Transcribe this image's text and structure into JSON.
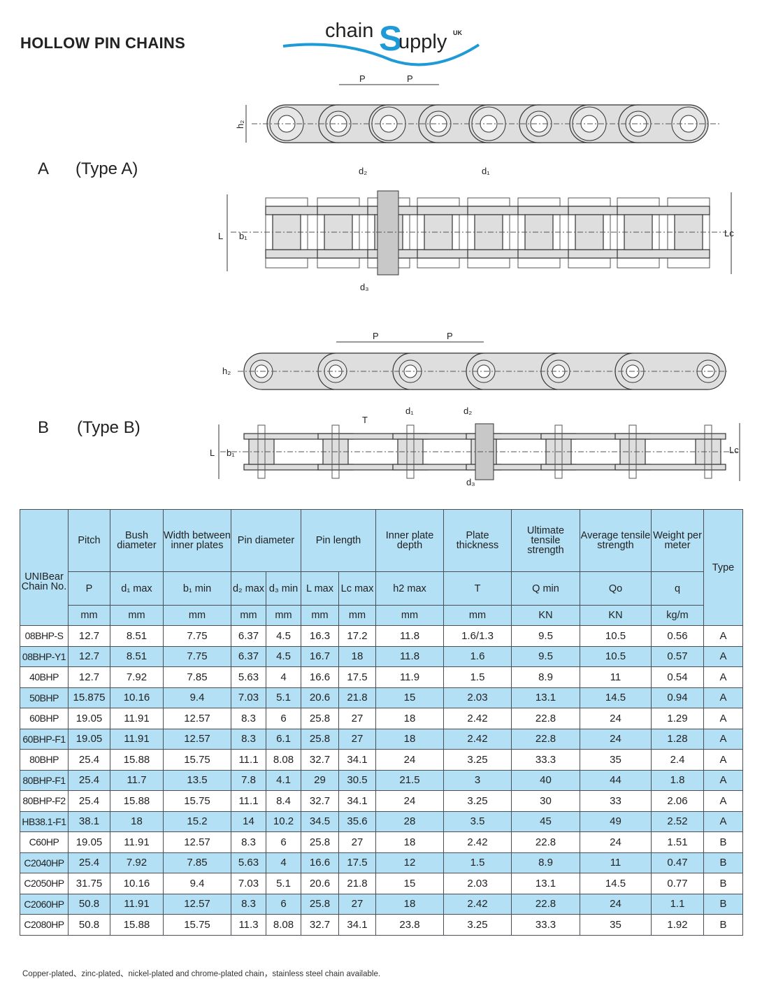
{
  "header": {
    "title": "HOLLOW PIN CHAINS",
    "logo_text": "chainSupply UK"
  },
  "logo": {
    "chain": "chain",
    "s": "S",
    "upply": "upply",
    "uk": "UK"
  },
  "type_a": {
    "letter": "A",
    "label": "(Type A)"
  },
  "type_b": {
    "letter": "B",
    "label": "(Type B)"
  },
  "dim_labels": {
    "P": "P",
    "h2": "h₂",
    "d1": "d₁",
    "d2": "d₂",
    "d3": "d₃",
    "L": "L",
    "b1": "b₁",
    "Lc": "Lc",
    "T": "T"
  },
  "colors": {
    "header_bg": "#b3e0f5",
    "stripe": "#b3e0f5",
    "logo_blue": "#1e9ad6"
  },
  "table": {
    "group_headers": {
      "no": "UNIBear Chain No.",
      "pitch": "Pitch",
      "bush": "Bush diameter",
      "width": "Width between inner plates",
      "pin_d": "Pin diameter",
      "pin_l": "Pin length",
      "depth": "Inner plate depth",
      "thick": "Plate thickness",
      "uts": "Ultimate tensile strength",
      "ats": "Average tensile strength",
      "weight": "Weight per meter",
      "type": "Type"
    },
    "symbols": [
      "P",
      "d₁ max",
      "b₁ min",
      "d₂ max",
      "d₃ min",
      "L max",
      "Lc max",
      "h2 max",
      "T",
      "Q min",
      "Qo",
      "q"
    ],
    "units": [
      "mm",
      "mm",
      "mm",
      "mm",
      "mm",
      "mm",
      "mm",
      "mm",
      "mm",
      "KN",
      "KN",
      "kg/m"
    ],
    "rows": [
      [
        "08BHP-S",
        "12.7",
        "8.51",
        "7.75",
        "6.37",
        "4.5",
        "16.3",
        "17.2",
        "11.8",
        "1.6/1.3",
        "9.5",
        "10.5",
        "0.56",
        "A"
      ],
      [
        "08BHP-Y1",
        "12.7",
        "8.51",
        "7.75",
        "6.37",
        "4.5",
        "16.7",
        "18",
        "11.8",
        "1.6",
        "9.5",
        "10.5",
        "0.57",
        "A"
      ],
      [
        "40BHP",
        "12.7",
        "7.92",
        "7.85",
        "5.63",
        "4",
        "16.6",
        "17.5",
        "11.9",
        "1.5",
        "8.9",
        "11",
        "0.54",
        "A"
      ],
      [
        "50BHP",
        "15.875",
        "10.16",
        "9.4",
        "7.03",
        "5.1",
        "20.6",
        "21.8",
        "15",
        "2.03",
        "13.1",
        "14.5",
        "0.94",
        "A"
      ],
      [
        "60BHP",
        "19.05",
        "11.91",
        "12.57",
        "8.3",
        "6",
        "25.8",
        "27",
        "18",
        "2.42",
        "22.8",
        "24",
        "1.29",
        "A"
      ],
      [
        "60BHP-F1",
        "19.05",
        "11.91",
        "12.57",
        "8.3",
        "6.1",
        "25.8",
        "27",
        "18",
        "2.42",
        "22.8",
        "24",
        "1.28",
        "A"
      ],
      [
        "80BHP",
        "25.4",
        "15.88",
        "15.75",
        "11.1",
        "8.08",
        "32.7",
        "34.1",
        "24",
        "3.25",
        "33.3",
        "35",
        "2.4",
        "A"
      ],
      [
        "80BHP-F1",
        "25.4",
        "11.7",
        "13.5",
        "7.8",
        "4.1",
        "29",
        "30.5",
        "21.5",
        "3",
        "40",
        "44",
        "1.8",
        "A"
      ],
      [
        "80BHP-F2",
        "25.4",
        "15.88",
        "15.75",
        "11.1",
        "8.4",
        "32.7",
        "34.1",
        "24",
        "3.25",
        "30",
        "33",
        "2.06",
        "A"
      ],
      [
        "HB38.1-F1",
        "38.1",
        "18",
        "15.2",
        "14",
        "10.2",
        "34.5",
        "35.6",
        "28",
        "3.5",
        "45",
        "49",
        "2.52",
        "A"
      ],
      [
        "C60HP",
        "19.05",
        "11.91",
        "12.57",
        "8.3",
        "6",
        "25.8",
        "27",
        "18",
        "2.42",
        "22.8",
        "24",
        "1.51",
        "B"
      ],
      [
        "C2040HP",
        "25.4",
        "7.92",
        "7.85",
        "5.63",
        "4",
        "16.6",
        "17.5",
        "12",
        "1.5",
        "8.9",
        "11",
        "0.47",
        "B"
      ],
      [
        "C2050HP",
        "31.75",
        "10.16",
        "9.4",
        "7.03",
        "5.1",
        "20.6",
        "21.8",
        "15",
        "2.03",
        "13.1",
        "14.5",
        "0.77",
        "B"
      ],
      [
        "C2060HP",
        "50.8",
        "11.91",
        "12.57",
        "8.3",
        "6",
        "25.8",
        "27",
        "18",
        "2.42",
        "22.8",
        "24",
        "1.1",
        "B"
      ],
      [
        "C2080HP",
        "50.8",
        "15.88",
        "15.75",
        "11.3",
        "8.08",
        "32.7",
        "34.1",
        "23.8",
        "3.25",
        "33.3",
        "35",
        "1.92",
        "B"
      ]
    ]
  },
  "footer": "Copper-plated、zinc-plated、nickel-plated and chrome-plated chain，stainless steel chain available."
}
